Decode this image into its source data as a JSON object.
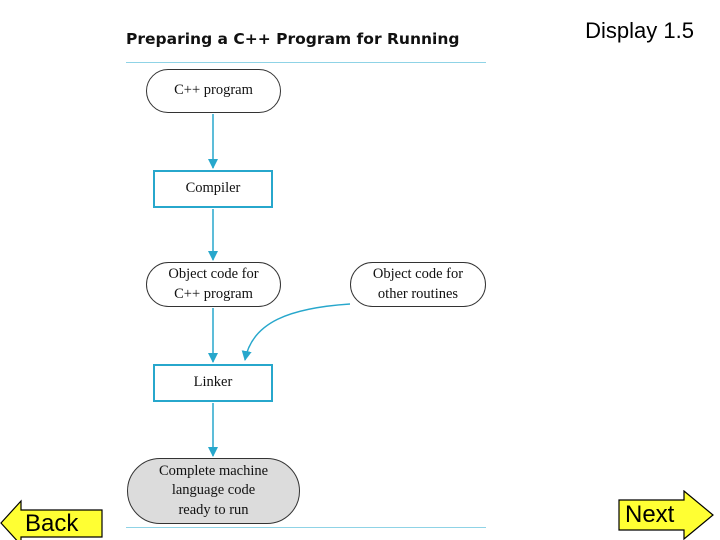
{
  "slide": {
    "display_label": "Display 1.5",
    "title": "Preparing a C++ Program for Running"
  },
  "diagram": {
    "nodes": {
      "cpp_program": "C++ program",
      "compiler": "Compiler",
      "object_code_cpp": [
        "Object code for",
        "C++ program"
      ],
      "object_code_other": [
        "Object code for",
        "other routines"
      ],
      "linker": "Linker",
      "complete_machine": [
        "Complete machine",
        "language code",
        "ready to run"
      ]
    },
    "edges": [
      [
        "C++ program",
        "Compiler"
      ],
      [
        "Compiler",
        "Object code for C++ program"
      ],
      [
        "Object code for C++ program",
        "Linker"
      ],
      [
        "Object code for other routines",
        "Linker"
      ],
      [
        "Linker",
        "Complete machine language code ready to run"
      ]
    ]
  },
  "navigation": {
    "back_label": "Back",
    "next_label": "Next"
  },
  "colors": {
    "accent_blue": "#27a7cc",
    "button_yellow": "#ffff33",
    "terminal_gray": "#dcdcdc"
  }
}
